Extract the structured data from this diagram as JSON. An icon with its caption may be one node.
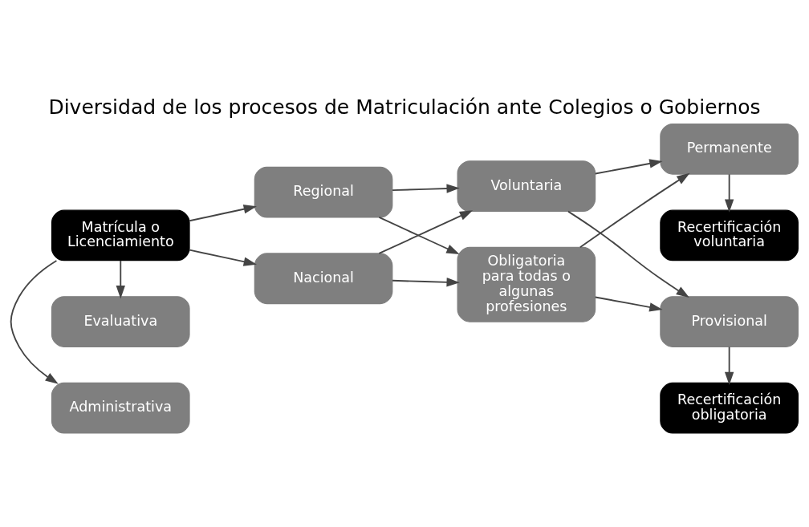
{
  "diagram": {
    "title": "Diversidad de los procesos de Matriculación ante Colegios o Gobiernos",
    "nodes": [
      {
        "text": [
          "Matrícula o Licenciamiento"
        ]
      },
      {
        "text": [
          "Evaluativa"
        ]
      },
      {
        "text": [
          "Administrativa"
        ]
      },
      {
        "text": [
          "Regional"
        ]
      },
      {
        "text": [
          "Nacional"
        ]
      },
      {
        "text": [
          "Voluntaria"
        ]
      },
      {
        "text": [
          "Obligatoria para todas o algunas profesiones"
        ]
      },
      {
        "text": [
          "Permanente"
        ]
      },
      {
        "text": [
          "Provisional"
        ]
      },
      {
        "text": [
          "Recertificación voluntaria"
        ]
      },
      {
        "text": [
          "Recertificación obligatoria"
        ]
      }
    ],
    "edges": [
      {
        "from": 0,
        "to": 1,
        "arrow": "to"
      },
      {
        "from": 0,
        "to": 2,
        "arrow": "to"
      },
      {
        "from": 0,
        "to": 3,
        "arrow": "to"
      },
      {
        "from": 0,
        "to": 4,
        "arrow": "to"
      },
      {
        "from": 3,
        "to": 5,
        "arrow": "to"
      },
      {
        "from": 3,
        "to": 6,
        "arrow": "to"
      },
      {
        "from": 4,
        "to": 5,
        "arrow": "to"
      },
      {
        "from": 4,
        "to": 6,
        "arrow": "to"
      },
      {
        "from": 5,
        "to": 7,
        "arrow": "to"
      },
      {
        "from": 5,
        "to": 8,
        "arrow": "to"
      },
      {
        "from": 6,
        "to": 7,
        "arrow": "to"
      },
      {
        "from": 6,
        "to": 8,
        "arrow": "to"
      },
      {
        "from": 7,
        "to": 9,
        "arrow": "to"
      },
      {
        "from": 8,
        "to": 10,
        "arrow": "to"
      }
    ]
  }
}
